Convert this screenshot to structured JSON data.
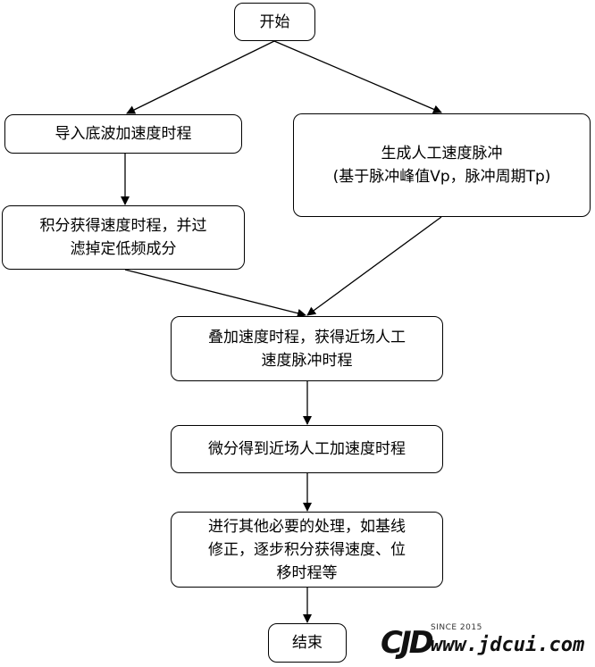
{
  "nodes": {
    "start": [
      "开始"
    ],
    "import_ground_wave": [
      "导入底波加速度时程"
    ],
    "generate_pulse": [
      "生成人工速度脉冲",
      "(基于脉冲峰值Vp，脉冲周期Tp)"
    ],
    "integrate": [
      "积分获得速度时程，并过",
      "滤掉定低频成分"
    ],
    "superpose": [
      "叠加速度时程，获得近场人工",
      "速度脉冲时程"
    ],
    "differentiate": [
      "微分得到近场人工加速度时程"
    ],
    "post_process": [
      "进行其他必要的处理，如基线",
      "修正，逐步积分获得速度、位",
      "移时程等"
    ],
    "end": [
      "结束"
    ]
  },
  "watermark": {
    "logo": "CJD",
    "since": "SINCE 2015",
    "url": "www.jdcui.com"
  }
}
